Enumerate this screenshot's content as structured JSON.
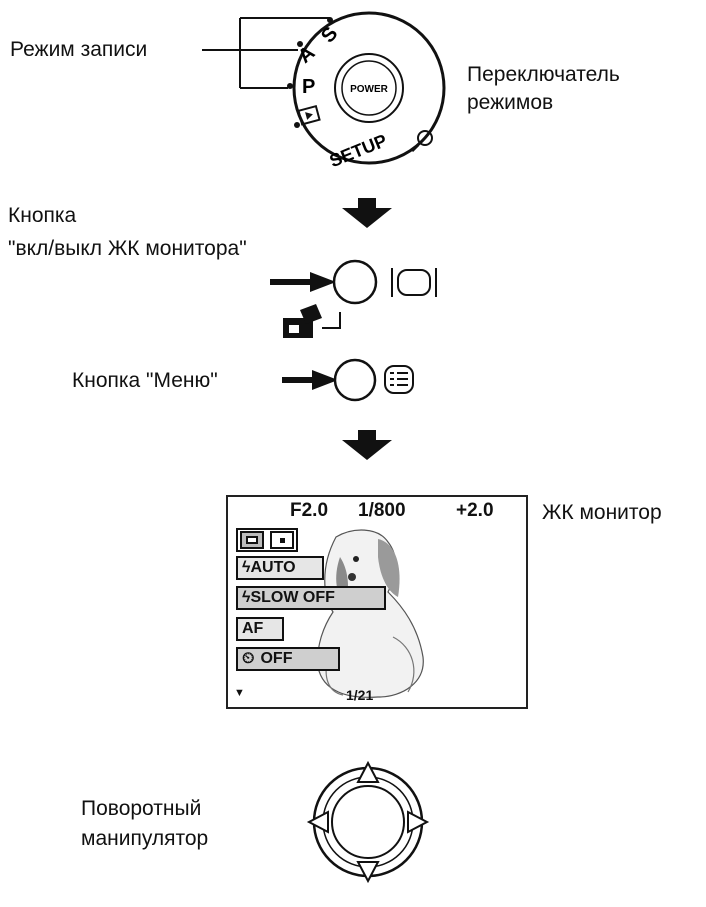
{
  "labels": {
    "record_mode": "Режим записи",
    "mode_switch_line1": "Переключатель",
    "mode_switch_line2": "режимов",
    "lcd_button_line1": "Кнопка",
    "lcd_button_line2": "\"вкл/выкл ЖК монитора\"",
    "menu_button": "Кнопка \"Меню\"",
    "lcd_monitor": "ЖК монитор",
    "dial_line1": "Поворотный",
    "dial_line2": "манипулятор"
  },
  "dial": {
    "modes": [
      "S",
      "A",
      "P"
    ],
    "center": "POWER",
    "setup": "SETUP"
  },
  "lcd": {
    "aperture": "F2.0",
    "shutter": "1/800",
    "exposure": "+2.0",
    "flash_auto": "AUTO",
    "flash_slow": "SLOW OFF",
    "focus": "AF",
    "timer": "OFF",
    "frame_counter": "1/21"
  }
}
